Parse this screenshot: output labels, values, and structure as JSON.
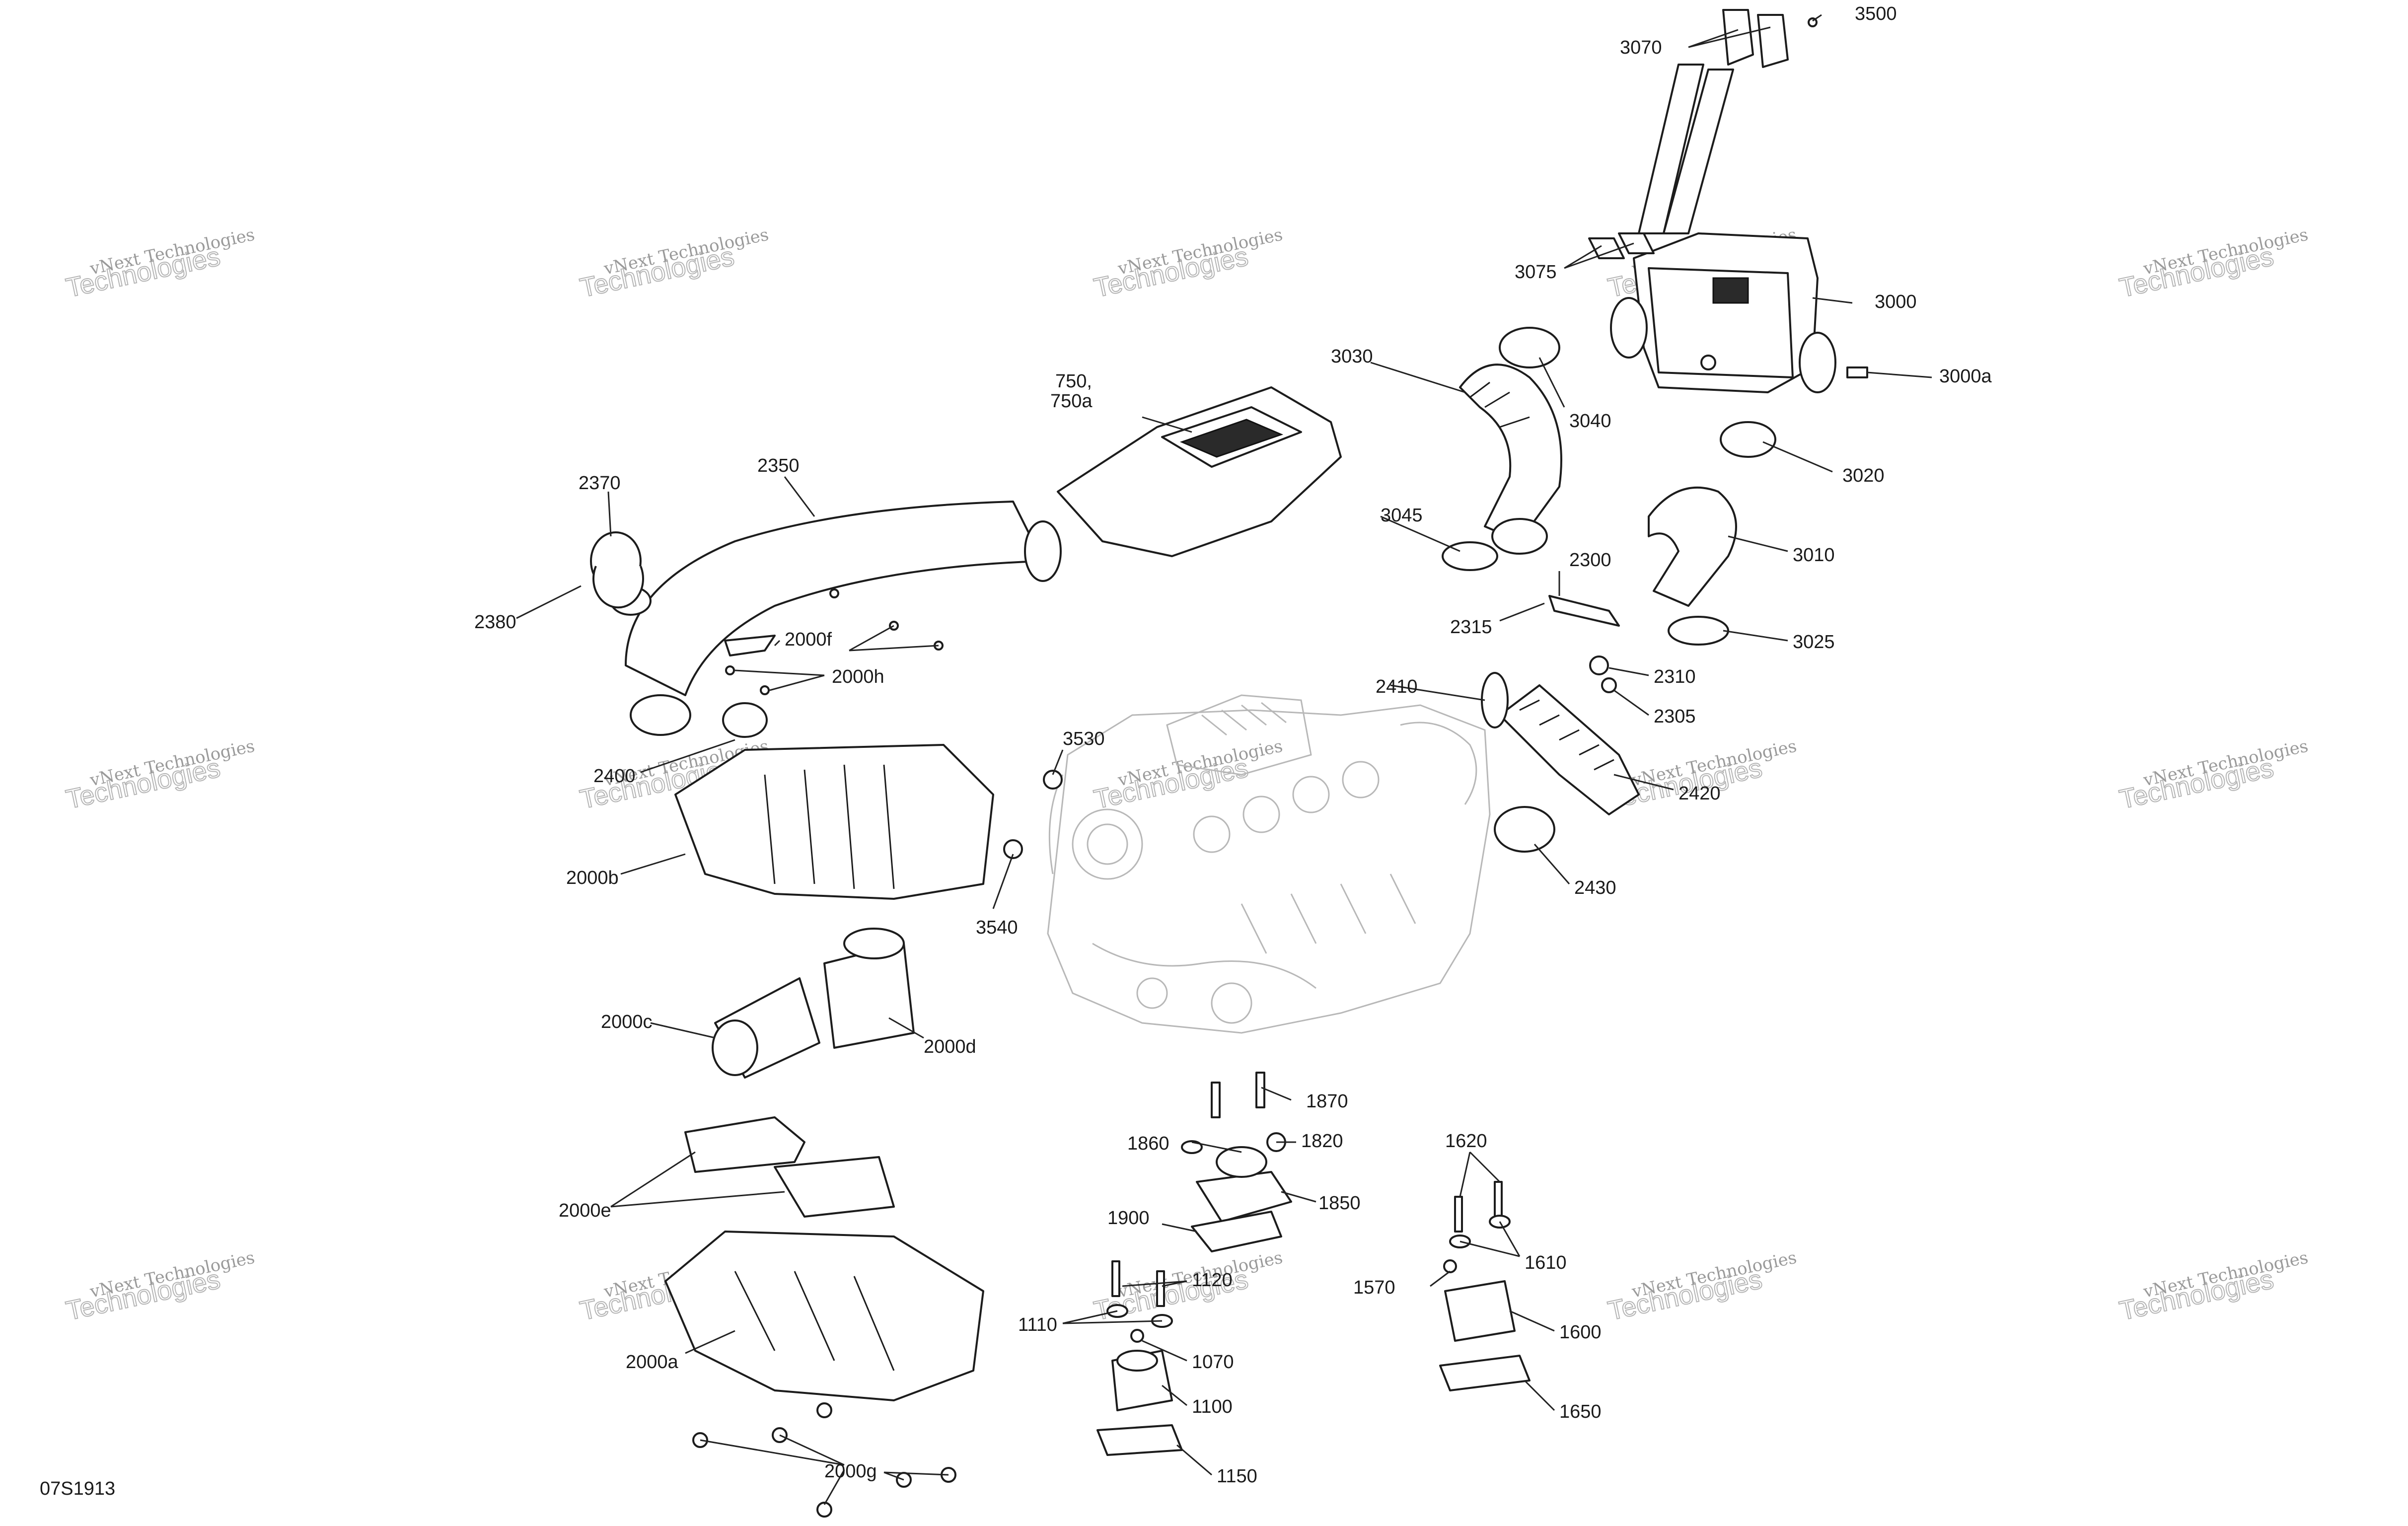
{
  "diagram": {
    "drawing_id": "07S1913",
    "watermark": {
      "line1": "vNext Technologies",
      "line2": "Technologies"
    },
    "callouts": [
      {
        "id": "3500",
        "label": "3500"
      },
      {
        "id": "3070",
        "label": "3070"
      },
      {
        "id": "3075",
        "label": "3075"
      },
      {
        "id": "3000",
        "label": "3000"
      },
      {
        "id": "3000a",
        "label": "3000a"
      },
      {
        "id": "3030",
        "label": "3030"
      },
      {
        "id": "3040",
        "label": "3040"
      },
      {
        "id": "3020",
        "label": "3020"
      },
      {
        "id": "3045",
        "label": "3045"
      },
      {
        "id": "3010",
        "label": "3010"
      },
      {
        "id": "2300",
        "label": "2300"
      },
      {
        "id": "2315",
        "label": "2315"
      },
      {
        "id": "3025",
        "label": "3025"
      },
      {
        "id": "2310",
        "label": "2310"
      },
      {
        "id": "2305",
        "label": "2305"
      },
      {
        "id": "2410",
        "label": "2410"
      },
      {
        "id": "2420",
        "label": "2420"
      },
      {
        "id": "2430",
        "label": "2430"
      },
      {
        "id": "750",
        "label": "750,"
      },
      {
        "id": "750a",
        "label": "750a"
      },
      {
        "id": "2370",
        "label": "2370"
      },
      {
        "id": "2350",
        "label": "2350"
      },
      {
        "id": "2380",
        "label": "2380"
      },
      {
        "id": "2000f",
        "label": "2000f"
      },
      {
        "id": "2000h",
        "label": "2000h"
      },
      {
        "id": "2400",
        "label": "2400"
      },
      {
        "id": "3530",
        "label": "3530"
      },
      {
        "id": "3540",
        "label": "3540"
      },
      {
        "id": "2000b",
        "label": "2000b"
      },
      {
        "id": "2000c",
        "label": "2000c"
      },
      {
        "id": "2000d",
        "label": "2000d"
      },
      {
        "id": "2000e",
        "label": "2000e"
      },
      {
        "id": "2000a",
        "label": "2000a"
      },
      {
        "id": "2000g",
        "label": "2000g"
      },
      {
        "id": "1870",
        "label": "1870"
      },
      {
        "id": "1860",
        "label": "1860"
      },
      {
        "id": "1820",
        "label": "1820"
      },
      {
        "id": "1850",
        "label": "1850"
      },
      {
        "id": "1900",
        "label": "1900"
      },
      {
        "id": "1120",
        "label": "1120"
      },
      {
        "id": "1110",
        "label": "1110"
      },
      {
        "id": "1070",
        "label": "1070"
      },
      {
        "id": "1100",
        "label": "1100"
      },
      {
        "id": "1150",
        "label": "1150"
      },
      {
        "id": "1620",
        "label": "1620"
      },
      {
        "id": "1610",
        "label": "1610"
      },
      {
        "id": "1570",
        "label": "1570"
      },
      {
        "id": "1600",
        "label": "1600"
      },
      {
        "id": "1650",
        "label": "1650"
      }
    ]
  }
}
